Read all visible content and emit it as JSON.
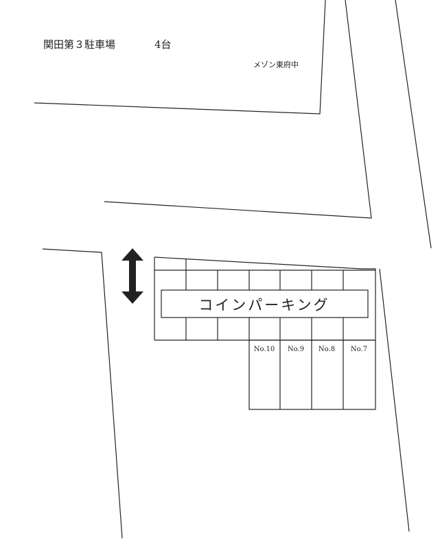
{
  "title": "関田第３駐車場",
  "capacity": "4台",
  "building_label": "メゾン東府中",
  "lot_label": "コインパーキング",
  "spaces": [
    "No.10",
    "No.9",
    "No.8",
    "No.7"
  ],
  "icons": {
    "entrance": "double-arrow-vertical-icon"
  }
}
